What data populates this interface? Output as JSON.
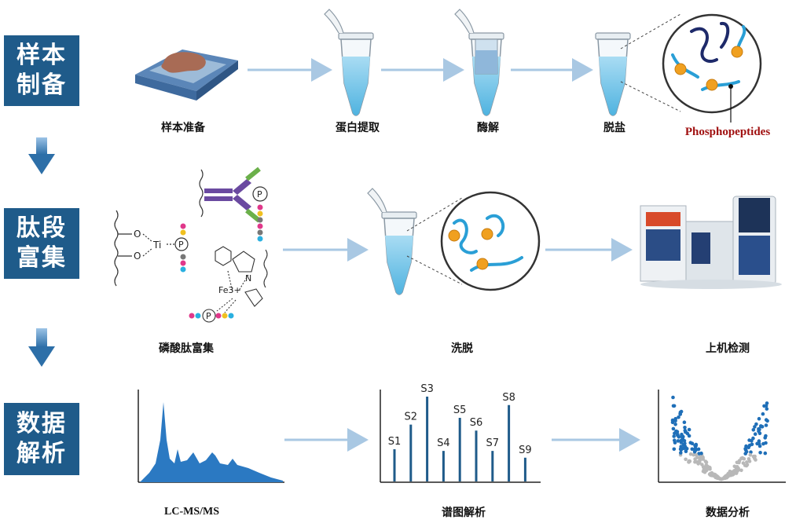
{
  "stages": [
    {
      "line1": "样本",
      "line2": "制备"
    },
    {
      "line1": "肽段",
      "line2": "富集"
    },
    {
      "line1": "数据",
      "line2": "解析"
    }
  ],
  "row1": {
    "labels": [
      "样本准备",
      "蛋白提取",
      "酶解",
      "脱盐"
    ],
    "callout": "Phosphopeptides"
  },
  "row2": {
    "labels": [
      "磷酸肽富集",
      "洗脱",
      "上机检测"
    ],
    "chem": {
      "ti": "Ti",
      "fe": "Fe3+",
      "n": "N",
      "p": "P"
    }
  },
  "row3": {
    "labels": [
      "LC-MS/MS",
      "谱图解析",
      "数据分析"
    ],
    "spectrum": {
      "peaks": [
        "S1",
        "S2",
        "S3",
        "S4",
        "S5",
        "S6",
        "S7",
        "S8",
        "S9"
      ],
      "heights": [
        0.38,
        0.67,
        1.0,
        0.36,
        0.75,
        0.6,
        0.36,
        0.9,
        0.28
      ]
    }
  },
  "colors": {
    "stage": "#1f5b8a",
    "arrow": "#a9c8e3",
    "tube": "#7ec8e8",
    "peptide": "#2a9fd6",
    "phospho": "#f0a020"
  }
}
